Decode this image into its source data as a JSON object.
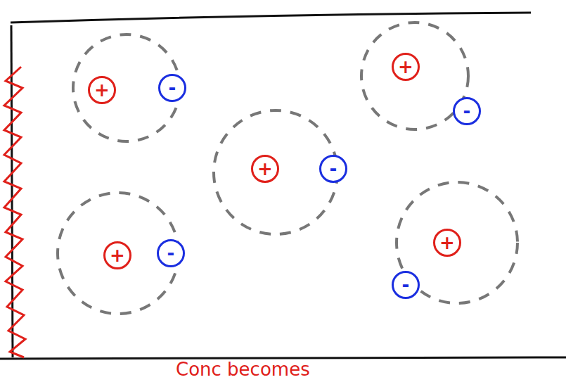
{
  "diagram": {
    "nodes": [
      {
        "text": [
          "+"
        ]
      },
      {
        "text": [
          "-"
        ]
      },
      {
        "text": [
          "+"
        ]
      },
      {
        "text": [
          "-"
        ]
      },
      {
        "text": [
          "+"
        ]
      },
      {
        "text": [
          "-"
        ]
      },
      {
        "text": [
          "+"
        ]
      },
      {
        "text": [
          "-"
        ]
      },
      {
        "text": [
          "+"
        ]
      },
      {
        "text": [
          "-"
        ]
      }
    ],
    "labels": [
      "Conc becomes"
    ]
  }
}
